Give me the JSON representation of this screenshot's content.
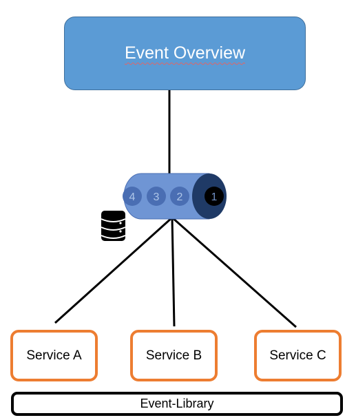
{
  "overview": {
    "title": "Event Overview"
  },
  "queue": {
    "messages": [
      "4",
      "3",
      "2",
      "1"
    ]
  },
  "database": {
    "icon": "database-icon"
  },
  "services": [
    {
      "label": "Service A"
    },
    {
      "label": "Service B"
    },
    {
      "label": "Service C"
    }
  ],
  "library": {
    "label": "Event-Library"
  },
  "colors": {
    "overview_fill": "#5b9bd5",
    "queue_fill": "#6f95d4",
    "queue_head": "#1f3a66",
    "message_fill": "#4a6eb3",
    "service_border": "#ed7d31",
    "connector": "#000000"
  }
}
